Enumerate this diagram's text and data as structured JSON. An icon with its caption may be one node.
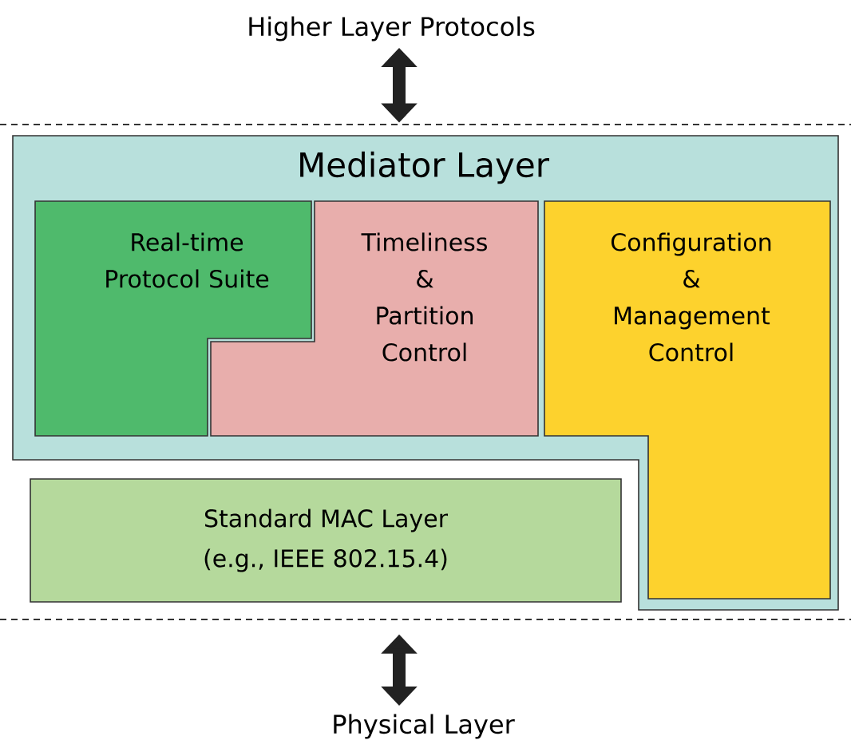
{
  "diagram": {
    "nodes": [
      {
        "text": [
          "Higher Layer Protocols"
        ]
      },
      {
        "text": [
          "Mediator Layer"
        ]
      },
      {
        "text": [
          "Real-time Protocol Suite"
        ],
        "in": 1
      },
      {
        "text": [
          "Timeliness & Partition Control"
        ],
        "in": 1
      },
      {
        "text": [
          "Configuration & Management Control"
        ],
        "in": 1
      },
      {
        "text": [
          "Standard MAC Layer",
          "(e.g., IEEE 802.15.4)"
        ]
      },
      {
        "text": [
          "Physical Layer"
        ]
      }
    ],
    "edges": [
      {
        "from": 0,
        "to": 1,
        "arrow": "both"
      },
      {
        "from": 5,
        "to": 6,
        "arrow": "both"
      }
    ]
  }
}
